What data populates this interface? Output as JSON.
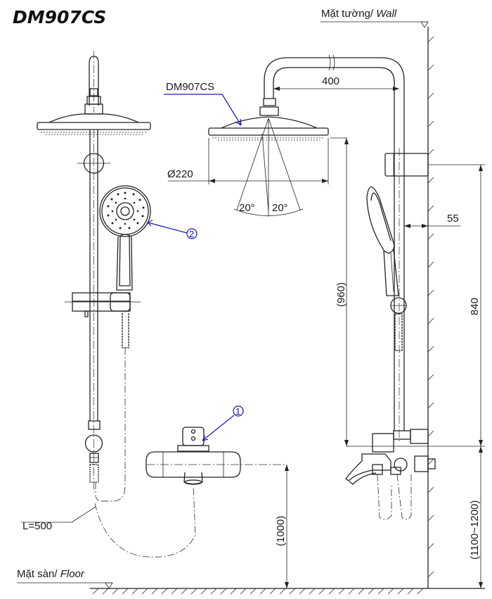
{
  "title": "DM907CS",
  "wall": {
    "label_vn": "Mặt tường/",
    "label_en": "Wall"
  },
  "floor": {
    "label_vn": "Mặt sàn/",
    "label_en": "Floor"
  },
  "model_callout": "DM907CS",
  "dimensions": {
    "arm_length": "400",
    "head_diameter": "Ø220",
    "spray_angle_left": "20°",
    "spray_angle_right": "20°",
    "bracket_offset": "55",
    "rail_height": "840",
    "head_height": "(960)",
    "mixer_height": "(1000)",
    "mixer_range": "(1100~1200)",
    "hose_length": "L=500"
  },
  "callouts": [
    {
      "number": "1"
    },
    {
      "number": "2"
    }
  ]
}
